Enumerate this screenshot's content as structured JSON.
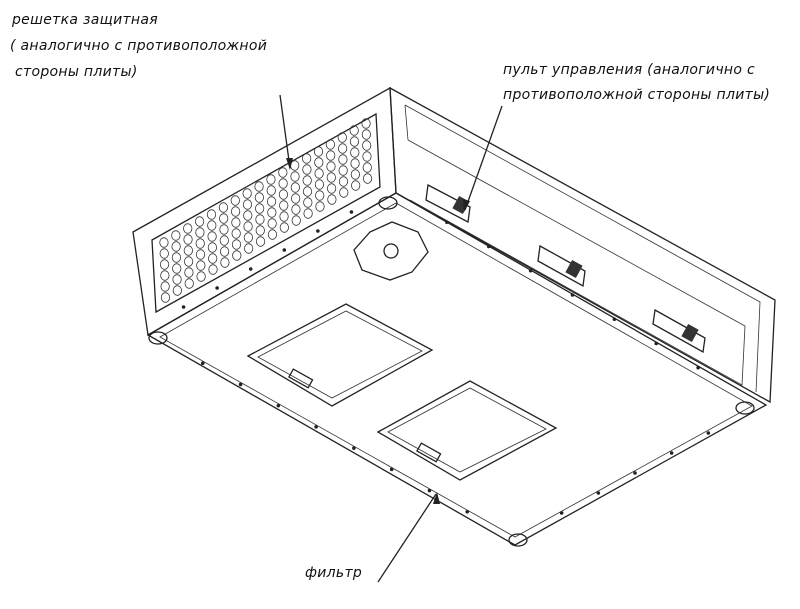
{
  "labels": {
    "grille": {
      "line1": "решетка защитная",
      "line2": "( аналогично с противоположной",
      "line3": "стороны плиты)"
    },
    "control_panel": {
      "line1": "пульт управления (аналогично с",
      "line2": "противоположной стороны плиты)"
    },
    "filter": "фильтр"
  }
}
